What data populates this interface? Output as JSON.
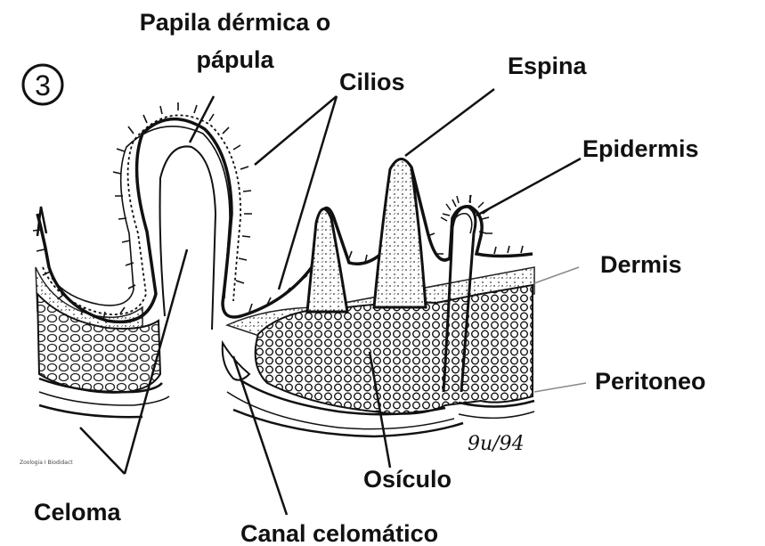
{
  "figure_number": "3",
  "labels": {
    "papila_line1": "Papila dérmica o",
    "papila_line2": "pápula",
    "cilios": "Cilios",
    "espina": "Espina",
    "epidermis": "Epidermis",
    "dermis": "Dermis",
    "peritoneo": "Peritoneo",
    "osiculo": "Osículo",
    "celoma": "Celoma",
    "canal": "Canal celomático"
  },
  "signature": "9u/94",
  "credit": "Zoologia I Biodidact"
}
